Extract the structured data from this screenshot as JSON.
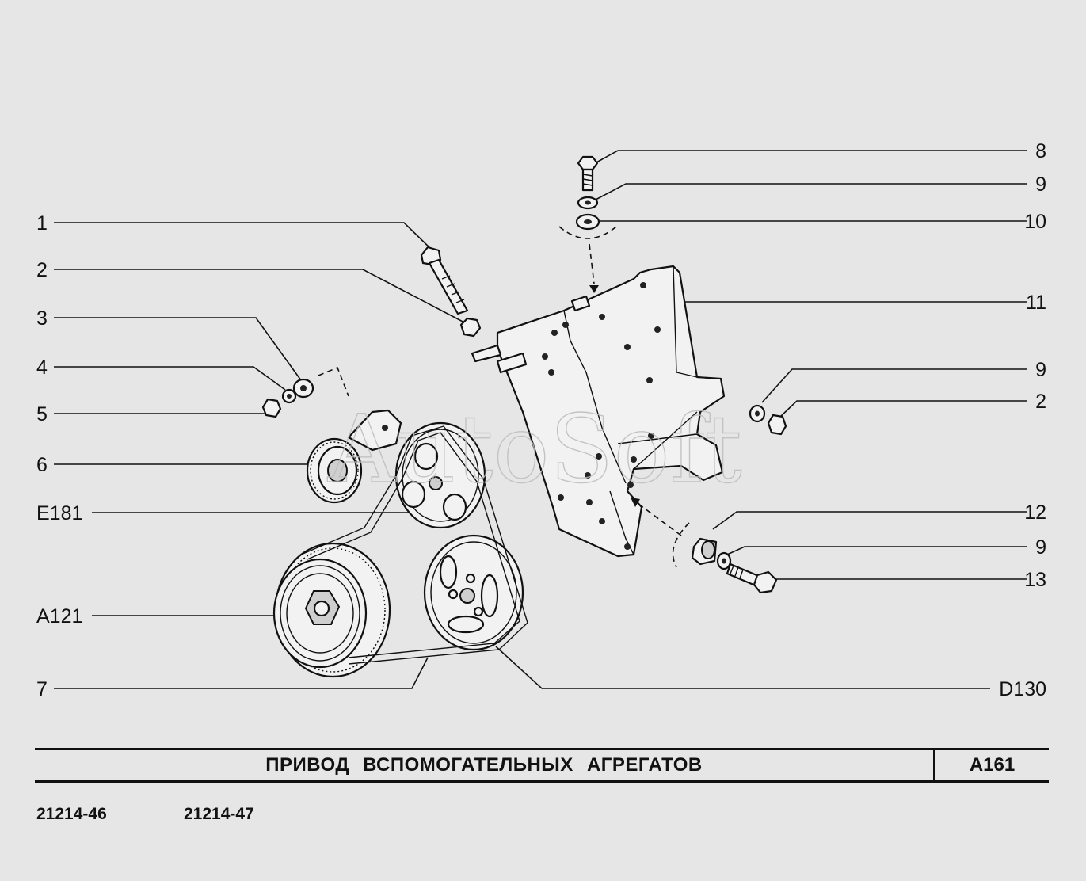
{
  "callouts_left": [
    "1",
    "2",
    "3",
    "4",
    "5",
    "6",
    "E181",
    "A121",
    "7"
  ],
  "callouts_right": [
    "8",
    "9",
    "10",
    "11",
    "9",
    "2",
    "12",
    "9",
    "13",
    "D130"
  ],
  "watermark": "AutoSoft",
  "title": "ПРИВОД   ВСПОМОГАТЕЛЬНЫХ  АГРЕГАТОВ",
  "page_code": "A161",
  "models": [
    "21214-46",
    "21214-47"
  ]
}
